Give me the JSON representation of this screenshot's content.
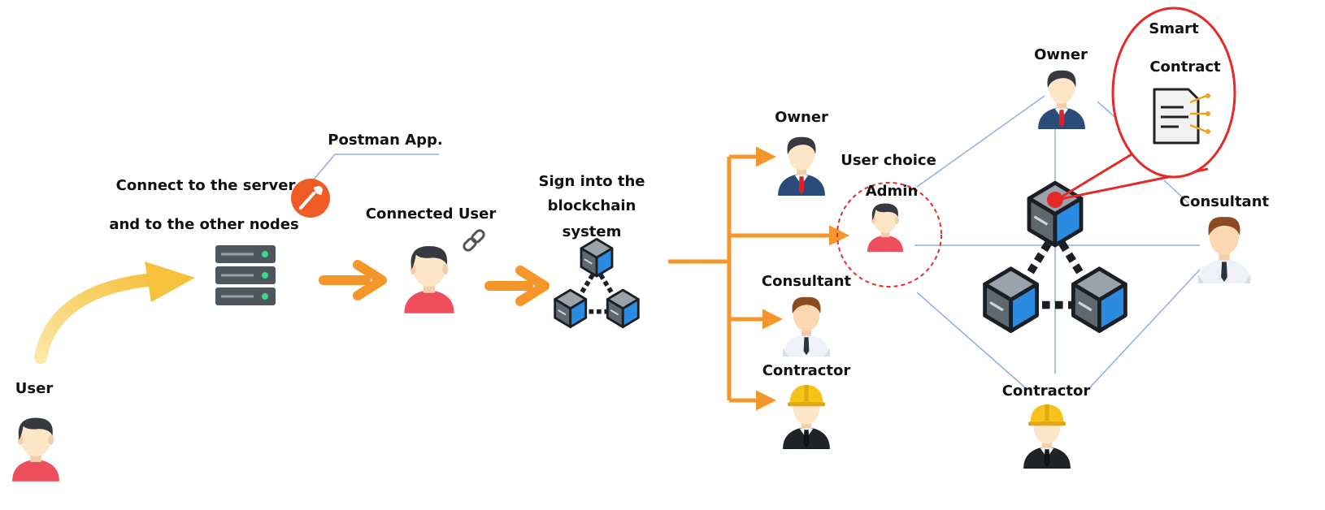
{
  "labels": {
    "user": "User",
    "postman": "Postman App.",
    "connect_line1": "Connect to the server",
    "connect_line2": "and to the other nodes",
    "connected_user": "Connected User",
    "sign_line1": "Sign into the",
    "sign_line2": "blockchain",
    "sign_line3": "system",
    "owner_left": "Owner",
    "user_choice": "User choice",
    "admin": "Admin",
    "consultant_left": "Consultant",
    "contractor_left": "Contractor",
    "owner_right": "Owner",
    "smart": "Smart",
    "contract": "Contract",
    "consultant_right": "Consultant",
    "contractor_right": "Contractor"
  },
  "colors": {
    "arrow_orange": "#f5962a",
    "arrow_yellow": "#f9c84a",
    "network_line": "#8fb0dc",
    "highlight_red": "#e52a2a",
    "cube_blue": "#2a8be0",
    "cube_gray": "#6d757d",
    "skin": "#fde5c8",
    "hair": "#363940",
    "shirt_red": "#ef4f5d",
    "suit": "#2b4c7a",
    "helmet": "#f7c21a"
  },
  "icons": {
    "server": "server-rack-icon",
    "postman": "postman-icon",
    "link": "chain-link-icon",
    "blockchain": "blockchain-icon",
    "contract": "smart-contract-icon"
  }
}
